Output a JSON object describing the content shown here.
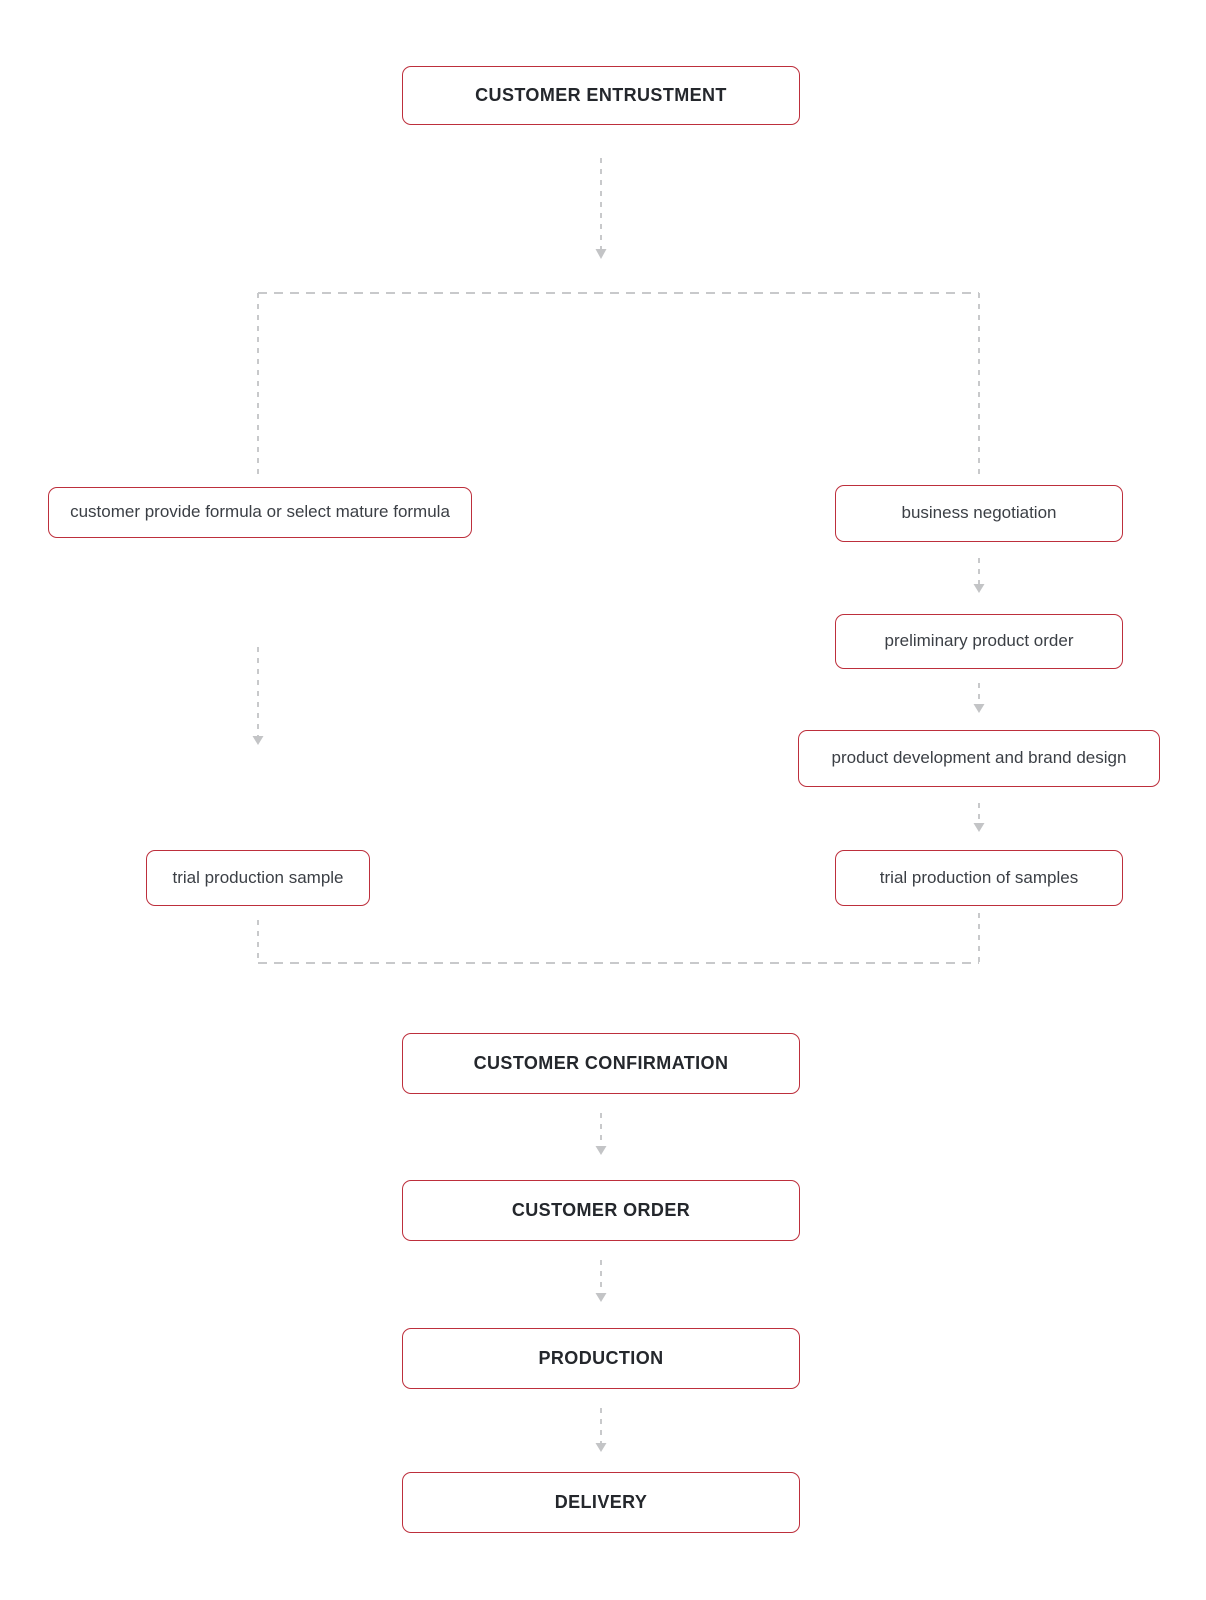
{
  "diagram": {
    "type": "flowchart",
    "colors": {
      "node_border": "#bd2f3c",
      "connector": "#c8c9cb",
      "major_text": "#24272c",
      "minor_text": "#3b3f45",
      "background": "#ffffff"
    },
    "nodes": {
      "customer_entrustment": "CUSTOMER ENTRUSTMENT",
      "customer_provide_formula": "customer provide formula or select mature formula",
      "business_negotiation": "business negotiation",
      "preliminary_product_order": "preliminary product order",
      "product_development": "product development and brand design",
      "trial_production_sample": "trial production sample",
      "trial_production_of_samples": "trial production of samples",
      "customer_confirmation": "CUSTOMER CONFIRMATION",
      "customer_order": "CUSTOMER ORDER",
      "production": "PRODUCTION",
      "delivery": "DELIVERY"
    },
    "edges": [
      {
        "from": "customer_entrustment",
        "to": "customer_provide_formula",
        "style": "dashed-arrow"
      },
      {
        "from": "customer_entrustment",
        "to": "business_negotiation",
        "style": "dashed-arrow"
      },
      {
        "from": "customer_provide_formula",
        "to": "trial_production_sample",
        "style": "dashed-arrow"
      },
      {
        "from": "business_negotiation",
        "to": "preliminary_product_order",
        "style": "dashed-arrow"
      },
      {
        "from": "preliminary_product_order",
        "to": "product_development",
        "style": "dashed-arrow"
      },
      {
        "from": "product_development",
        "to": "trial_production_of_samples",
        "style": "dashed-arrow"
      },
      {
        "from": "trial_production_sample",
        "to": "customer_confirmation",
        "style": "dashed"
      },
      {
        "from": "trial_production_of_samples",
        "to": "customer_confirmation",
        "style": "dashed"
      },
      {
        "from": "customer_confirmation",
        "to": "customer_order",
        "style": "dashed-arrow"
      },
      {
        "from": "customer_order",
        "to": "production",
        "style": "dashed-arrow"
      },
      {
        "from": "production",
        "to": "delivery",
        "style": "dashed-arrow"
      }
    ]
  }
}
